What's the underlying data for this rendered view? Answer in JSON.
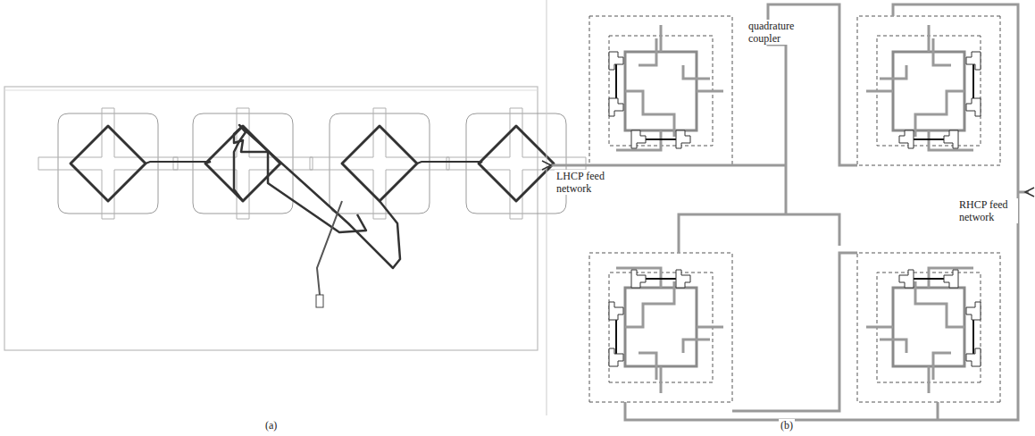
{
  "diagram": {
    "labels": [
      "quadrature coupler",
      "LHCP feed network",
      "RHCP feed network",
      "(a)",
      "(b)"
    ]
  }
}
